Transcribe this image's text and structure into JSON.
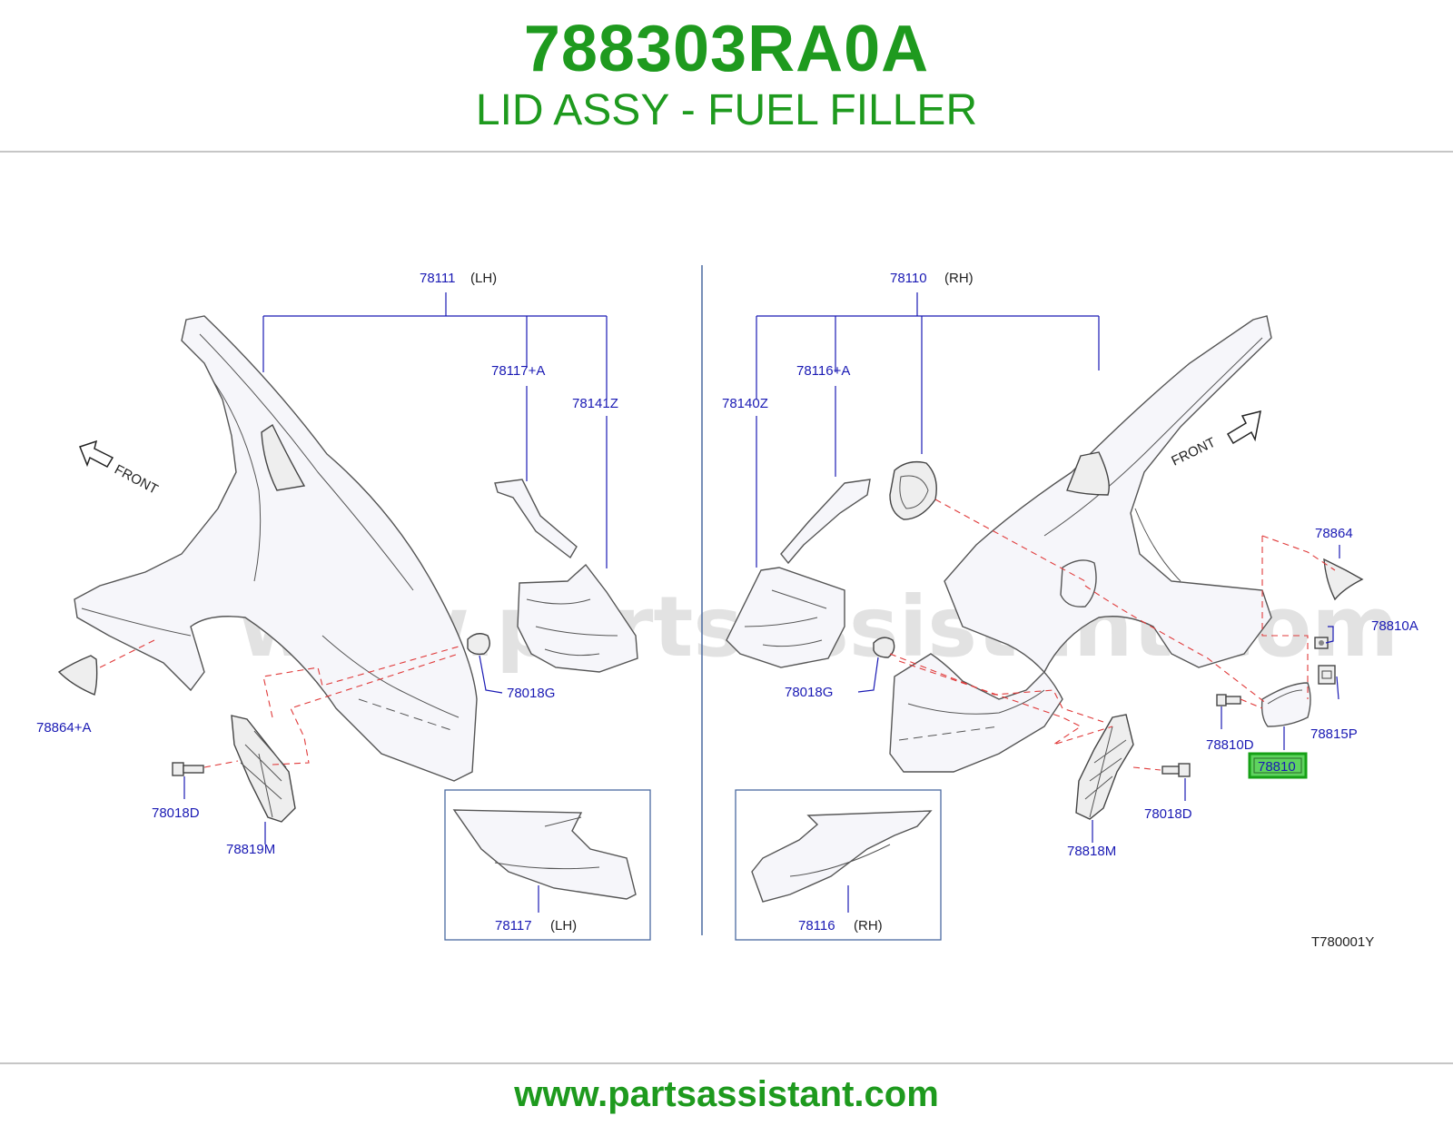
{
  "header": {
    "part_number": "788303RA0A",
    "part_name": "LID ASSY - FUEL FILLER"
  },
  "footer": {
    "url": "www.partsassistant.com"
  },
  "diagram": {
    "watermark": "www.partsassistant.com",
    "diagram_code": "T780001Y",
    "front_label": "FRONT",
    "left_panel": {
      "main_part": "78111",
      "main_side": "(LH)",
      "labels": [
        "78117+A",
        "78141Z",
        "78018G",
        "78864+A",
        "78018D",
        "78819M"
      ],
      "inset_part": "78117",
      "inset_side": "(LH)"
    },
    "right_panel": {
      "main_part": "78110",
      "main_side": "(RH)",
      "labels": [
        "78116+A",
        "78140Z",
        "78018G",
        "78864",
        "78810A",
        "78815P",
        "78810D",
        "78018D",
        "78818M"
      ],
      "highlighted": "78810",
      "inset_part": "78116",
      "inset_side": "(RH)"
    }
  },
  "colors": {
    "brand_green": "#1e9a1e",
    "callout_blue": "#1a1ab4",
    "leader_red": "#e03a3a",
    "highlight_green": "#5fd35f"
  }
}
